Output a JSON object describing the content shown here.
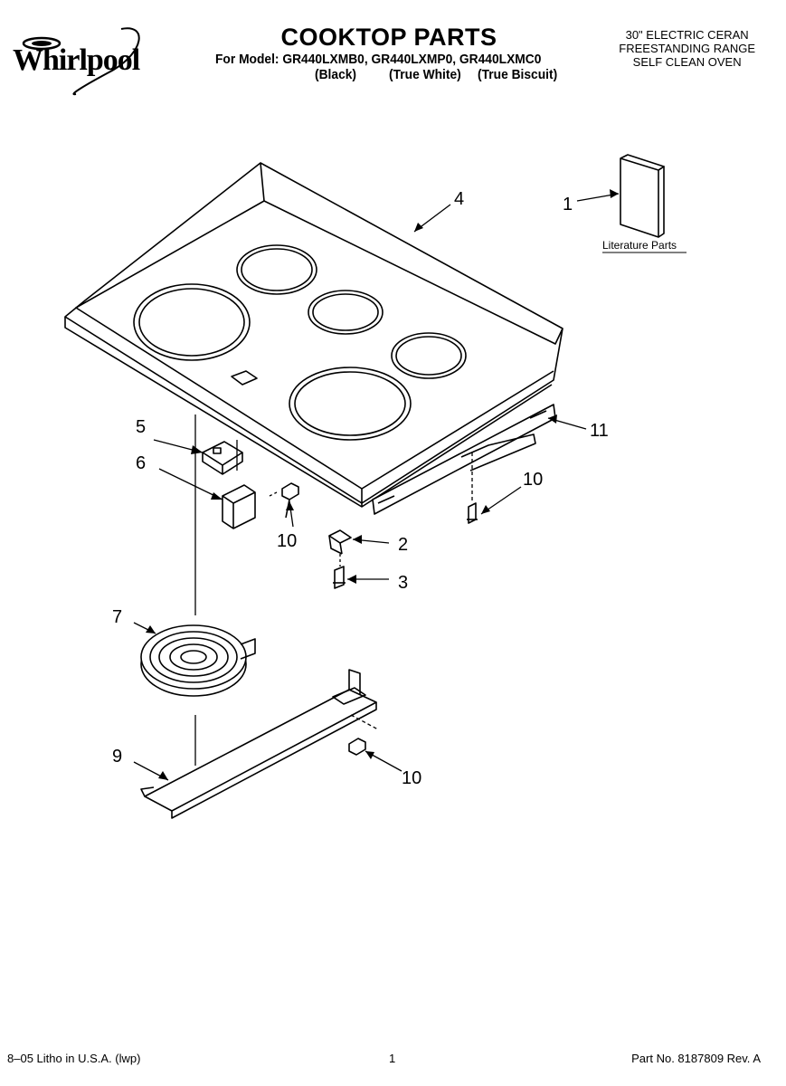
{
  "brand": {
    "name": "Whirlpool"
  },
  "header": {
    "title": "COOKTOP PARTS",
    "model_line": "For Model: GR440LXMB0, GR440LXMP0, GR440LXMC0",
    "colors": [
      "(Black)",
      "(True White)",
      "(True Biscuit)"
    ],
    "description": [
      "30\" ELECTRIC CERAN",
      "FREESTANDING RANGE",
      "SELF CLEAN OVEN"
    ]
  },
  "callouts": {
    "c1": "1",
    "c2": "2",
    "c3": "3",
    "c4": "4",
    "c5": "5",
    "c6": "6",
    "c7": "7",
    "c9": "9",
    "c10a": "10",
    "c10b": "10",
    "c10c": "10",
    "c11": "11"
  },
  "literature_label": "Literature Parts",
  "footer": {
    "litho": "8–05 Litho in U.S.A. (lwp)",
    "page": "1",
    "part_no": "Part No. 8187809 Rev. A"
  }
}
